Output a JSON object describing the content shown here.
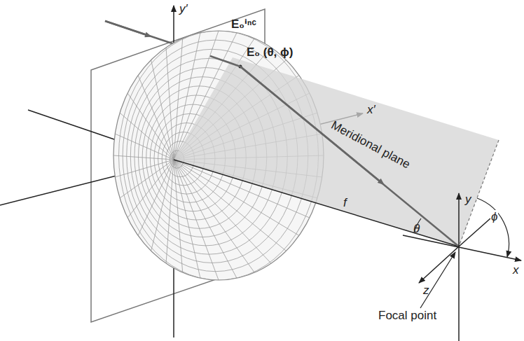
{
  "diagram": {
    "labels": [
      "y′",
      "E₀ⁱⁿᶜ",
      "E₀ (θ, ϕ)",
      "x′",
      "Meridional plane",
      "f",
      "θ",
      "ϕ",
      "y",
      "x",
      "z",
      "Focal point"
    ]
  }
}
